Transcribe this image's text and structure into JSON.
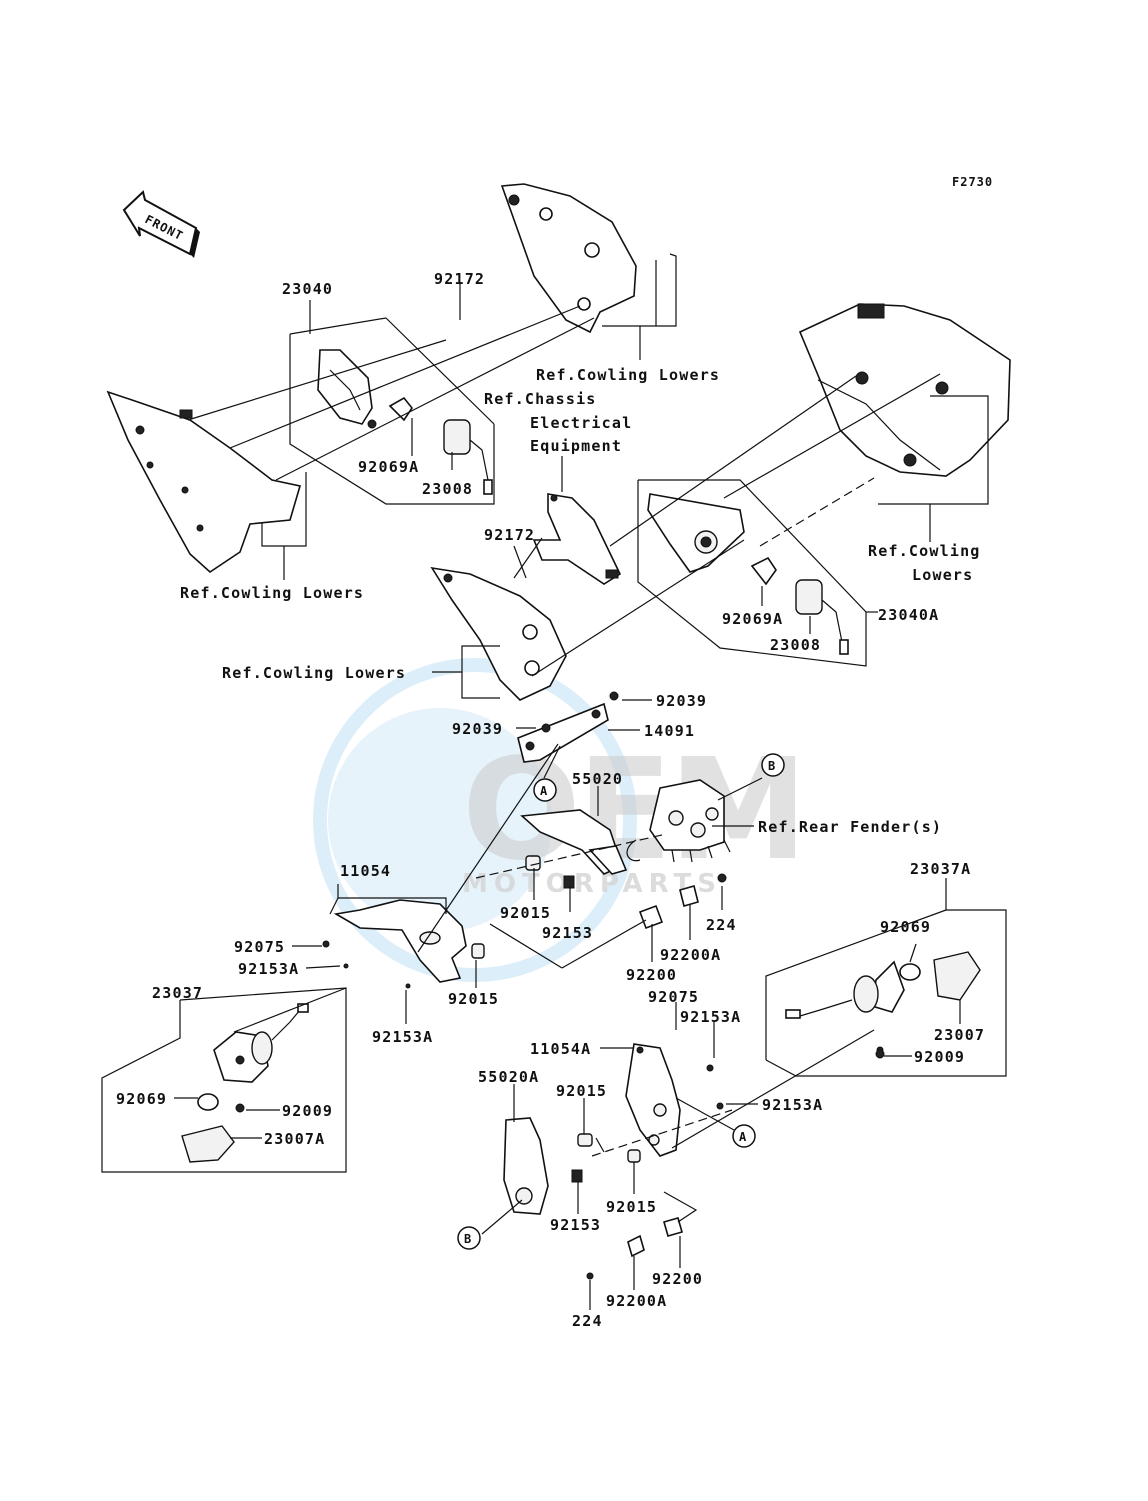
{
  "diagram": {
    "figure_code": "F2730",
    "front_arrow_label": "FRONT",
    "watermark": {
      "logo_text": "OEM",
      "sub_text": "MOTORPARTS"
    },
    "colors": {
      "line": "#111111",
      "watermark_blue": "#4aa8e0",
      "watermark_grey": "#a9a9a9"
    }
  },
  "parts": {
    "p23040": "23040",
    "p23040A": "23040A",
    "p92172_top": "92172",
    "p92172_mid": "92172",
    "p92069A_left": "92069A",
    "p92069A_right": "92069A",
    "p23008_left": "23008",
    "p23008_right": "23008",
    "p92039_right": "92039",
    "p92039_left": "92039",
    "p14091": "14091",
    "p55020": "55020",
    "p11054": "11054",
    "p92075_left": "92075",
    "p92153A_left1": "92153A",
    "p92015_mid": "92015",
    "p92153A_left2": "92153A",
    "p92015_upper": "92015",
    "p92153_upper": "92153",
    "p224_upper": "224",
    "p92200A_upper": "92200A",
    "p92200_upper": "92200",
    "p23037": "23037",
    "p92069_left": "92069",
    "p92009_left": "92009",
    "p23007A": "23007A",
    "p23037A": "23037A",
    "p92069_right": "92069",
    "p23007": "23007",
    "p92009_right": "92009",
    "p92075_right": "92075",
    "p92153A_right1": "92153A",
    "p11054A": "11054A",
    "p55020A": "55020A",
    "p92015_lower": "92015",
    "p92153A_right2": "92153A",
    "p92153_lower": "92153",
    "p92015_lower2": "92015",
    "p92200_lower": "92200",
    "p92200A_lower": "92200A",
    "p224_lower": "224"
  },
  "refs": {
    "cowling_lowers_top": "Ref.Cowling Lowers",
    "chassis_line1": "Ref.Chassis",
    "chassis_line2": "Electrical",
    "chassis_line3": "Equipment",
    "cowling_lowers_right_1": "Ref.Cowling",
    "cowling_lowers_right_2": "Lowers",
    "cowling_lowers_left": "Ref.Cowling Lowers",
    "cowling_lowers_mid": "Ref.Cowling Lowers",
    "rear_fender": "Ref.Rear Fender(s)"
  },
  "callouts": {
    "A1": "A",
    "B1": "B",
    "A2": "A",
    "B2": "B"
  }
}
